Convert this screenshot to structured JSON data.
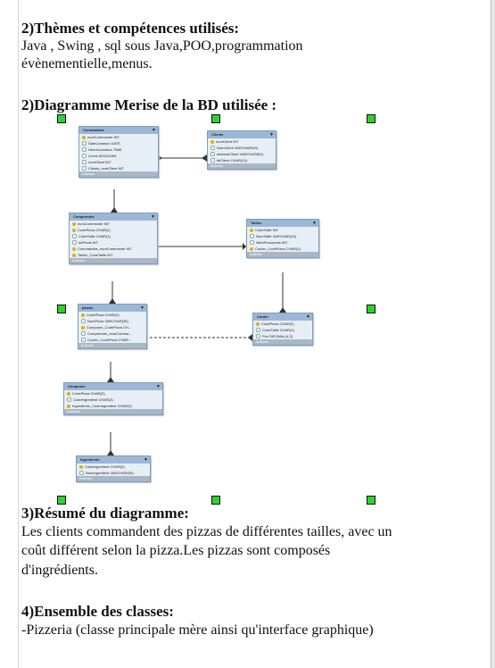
{
  "sections": {
    "s1_title": "2)Thèmes et compétences utilisés:",
    "s1_line1": "Java , Swing , sql sous Java,POO,programmation",
    "s1_line2": "évènementielle,menus.",
    "s2_title": "2)Diagramme Merise de la BD utilisée :",
    "s3_title": "3)Résumé du diagramme:",
    "s3_line1": "Les clients commandent des pizzas de différentes tailles, avec un",
    "s3_line2": "coût différent selon la pizza.Les pizzas sont composés",
    "s3_line3": "d'ingrédients.",
    "s4_title": "4)Ensemble des classes:",
    "s4_line1": "-Pizzeria (classe principale mère ainsi qu'interface graphique)"
  },
  "diagram": {
    "footer_label": "Indexes",
    "entities": {
      "commandes": {
        "name": "Commandes",
        "rows": [
          "numCommande INT",
          "DateLivraison DATE",
          "HeureLivraison TIME",
          "Livree BOOLEAN",
          "numClient INT",
          "Clients_numClient INT"
        ]
      },
      "clients": {
        "name": "Clients",
        "rows": [
          "numClient INT",
          "NomClient VARCHAR(40)",
          "adresseClient VARCHAR(50)",
          "telClient CHAR(10)"
        ]
      },
      "comprendre": {
        "name": "Comprendre",
        "rows": [
          "numCommande INT",
          "CodePizza CHAR(2)",
          "CodeTaille CHAR(1)",
          "nbPizza INT",
          "Commandes_numCommande INT",
          "Tailles_CodeTaille INT"
        ]
      },
      "tailles": {
        "name": "Tailles",
        "rows": [
          "CodeTaille INT",
          "NomTaille VARCHAR(20)",
          "NbrePersonnes INT",
          "Couter_CodePizza CHAR(2)"
        ]
      },
      "pizzas": {
        "name": "pizzas",
        "rows": [
          "CodePizza CHAR(2)",
          "NomPizza VARCHAR(30)",
          "Composer_CodePizza CH...",
          "Comprendre_numComma...",
          "Couter_CodePizza CHAR..."
        ]
      },
      "couter": {
        "name": "Couter",
        "rows": [
          "CodePizza CHAR(2)",
          "CodeTaille CHAR(1)",
          "Prix DECIMAL(4,2)"
        ]
      },
      "composer": {
        "name": "Composer",
        "rows": [
          "CodePizza CHAR(2)",
          "CodeIngredient CHAR(3)",
          "Ingredients_CodeIngredient CHAR(3)"
        ]
      },
      "ingredients": {
        "name": "Ingredients",
        "rows": [
          "CodeIngredient CHAR(3)",
          "NomIngredient VARCHAR(30)"
        ]
      }
    }
  }
}
